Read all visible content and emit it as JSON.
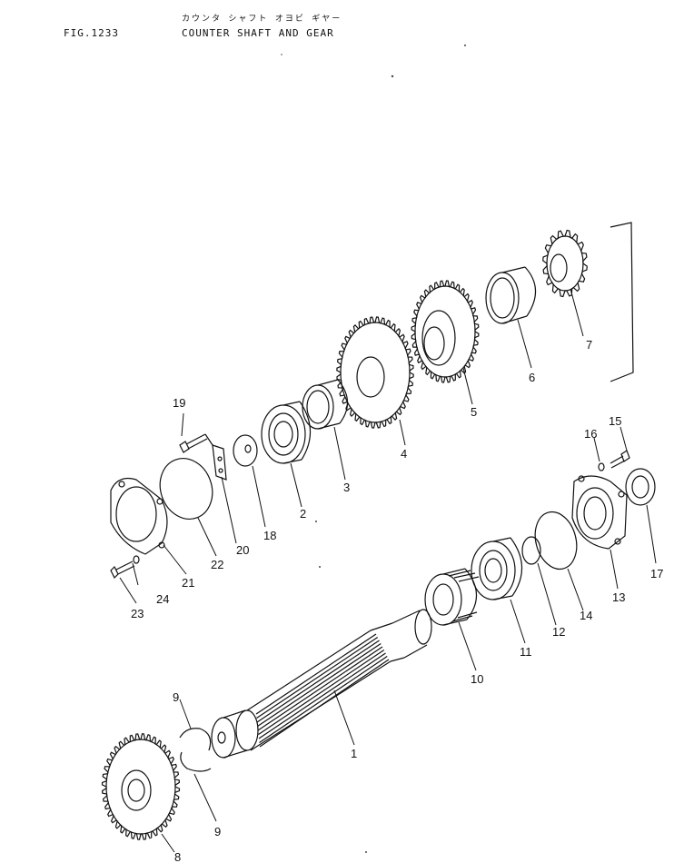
{
  "header": {
    "figure_number": "FIG.1233",
    "title_jp": "カウンタ シャフト オヨビ ギヤー",
    "title_en": "COUNTER SHAFT AND GEAR"
  },
  "callouts": {
    "c1": "1",
    "c2": "2",
    "c3": "3",
    "c4": "4",
    "c5": "5",
    "c6": "6",
    "c7": "7",
    "c8": "8",
    "c9a": "9",
    "c9b": "9",
    "c10": "10",
    "c11": "11",
    "c12": "12",
    "c13": "13",
    "c14": "14",
    "c15": "15",
    "c16": "16",
    "c17": "17",
    "c18": "18",
    "c19": "19",
    "c20": "20",
    "c21": "21",
    "c22": "22",
    "c23": "23",
    "c24": "24"
  }
}
